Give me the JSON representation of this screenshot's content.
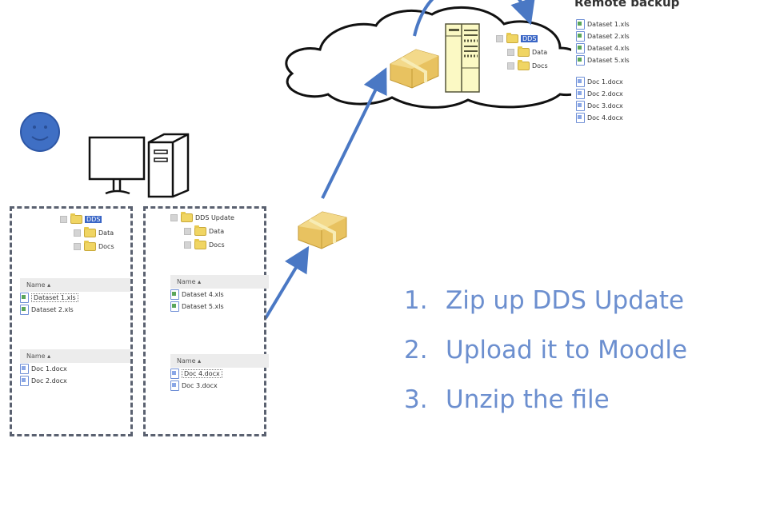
{
  "remote": {
    "title": "Remote backup",
    "tree": [
      {
        "label": "DDS",
        "selected": true,
        "level": 0
      },
      {
        "label": "Data",
        "selected": false,
        "level": 1
      },
      {
        "label": "Docs",
        "selected": false,
        "level": 1
      }
    ],
    "files": [
      {
        "name": "Dataset 1.xls",
        "type": "xls"
      },
      {
        "name": "Dataset 2.xls",
        "type": "xls"
      },
      {
        "name": "Dataset 4.xls",
        "type": "xls"
      },
      {
        "name": "Dataset 5.xls",
        "type": "xls"
      },
      {
        "name": "Doc 1.docx",
        "type": "doc"
      },
      {
        "name": "Doc 2.docx",
        "type": "doc"
      },
      {
        "name": "Doc 3.docx",
        "type": "doc"
      },
      {
        "name": "Doc 4.docx",
        "type": "doc"
      }
    ]
  },
  "local_dds": {
    "tree": [
      {
        "label": "DDS",
        "selected": true
      },
      {
        "label": "Data",
        "selected": false
      },
      {
        "label": "Docs",
        "selected": false
      }
    ],
    "data_list": {
      "header": "Name",
      "files": [
        "Dataset 1.xls",
        "Dataset 2.xls"
      ]
    },
    "docs_list": {
      "header": "Name",
      "files": [
        "Doc 1.docx",
        "Doc 2.docx"
      ]
    }
  },
  "local_update": {
    "tree": [
      {
        "label": "DDS Update",
        "selected": false
      },
      {
        "label": "Data",
        "selected": false
      },
      {
        "label": "Docs",
        "selected": false
      }
    ],
    "data_list": {
      "header": "Name",
      "files": [
        "Dataset 4.xls",
        "Dataset 5.xls"
      ]
    },
    "docs_list": {
      "header": "Name",
      "files": [
        "Doc 4.docx",
        "Doc 3.docx"
      ]
    }
  },
  "steps": [
    {
      "num": "1.",
      "text": "Zip up DDS Update"
    },
    {
      "num": "2.",
      "text": "Upload it to Moodle"
    },
    {
      "num": "3.",
      "text": "Unzip the file"
    }
  ],
  "colors": {
    "arrow": "#4a78c4",
    "step_text": "#6c8fcf",
    "smiley": "#3f6fc4",
    "package": "#e8c260",
    "server": "#fbf9c4"
  }
}
